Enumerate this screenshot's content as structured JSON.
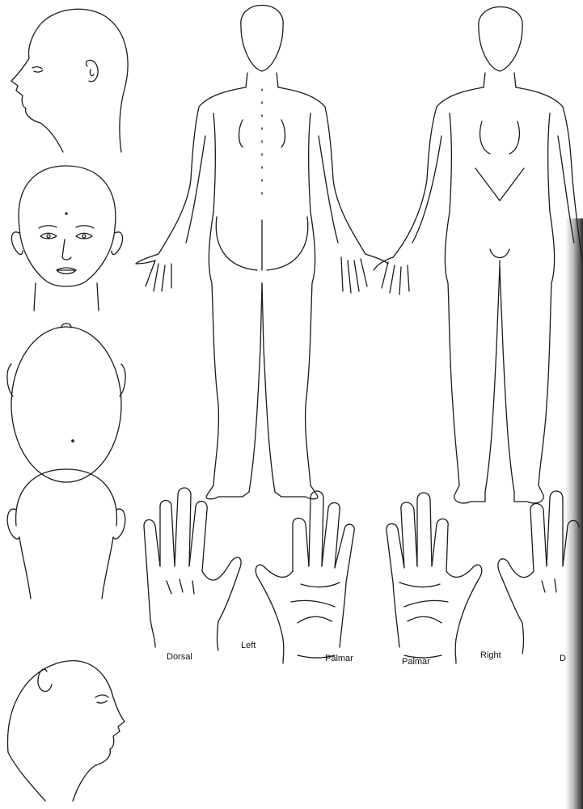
{
  "labels": {
    "dorsal_left": "Dorsal",
    "left": "Left",
    "palmar_left": "Palmar",
    "palmar_right": "Palmar",
    "right": "Right",
    "dorsal_right_cut": "D"
  },
  "colors": {
    "line": "#1a1a1a",
    "paper": "#ffffff"
  }
}
